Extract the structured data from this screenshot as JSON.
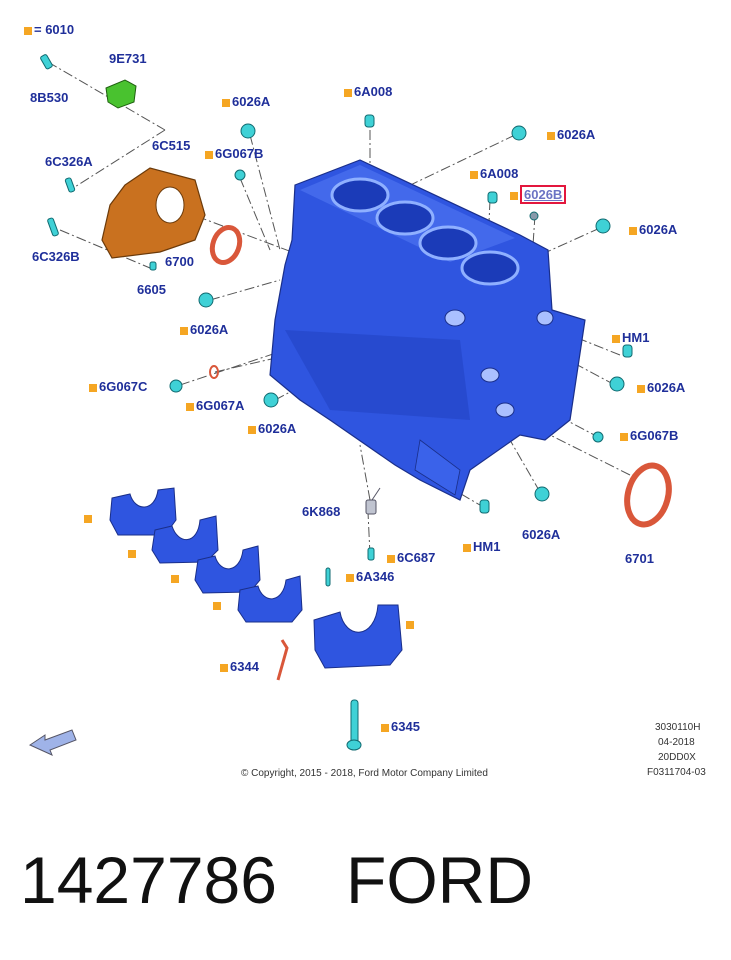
{
  "legend": {
    "label": "= 6010"
  },
  "callouts": {
    "c9E731": "9E731",
    "c8B530": "8B530",
    "c6026A_1": "6026A",
    "c6A008_1": "6A008",
    "c6026A_2": "6026A",
    "c6C515": "6C515",
    "c6C326A": "6C326A",
    "c6G067B_1": "6G067B",
    "c6A008_2": "6A008",
    "c6026B": "6026B",
    "c6026A_3": "6026A",
    "c6C326B": "6C326B",
    "c6700": "6700",
    "c6605": "6605",
    "c6026A_4": "6026A",
    "cHM1_1": "HM1",
    "c6G067C": "6G067C",
    "c6G067A": "6G067A",
    "c6026A_5": "6026A",
    "c6026A_6": "6026A",
    "c6G067B_2": "6G067B",
    "c6K868": "6K868",
    "cHM1_2": "HM1",
    "c6026A_7": "6026A",
    "c6701": "6701",
    "c6C687": "6C687",
    "c6A346": "6A346",
    "c6344": "6344",
    "c6345": "6345"
  },
  "meta": {
    "line1": "3030110H",
    "line2": "04-2018",
    "line3": "20DD0X",
    "line4": "F0311704-03"
  },
  "copyright": "© Copyright, 2015 - 2018, Ford Motor Company Limited",
  "footer": {
    "part_number": "1427786",
    "brand": "FORD"
  },
  "colors": {
    "block": "#2f55e0",
    "cover": "#c9711f",
    "seal": "#d9573a",
    "fastener": "#3fd1d6",
    "label": "#1f2f9a",
    "marker": "#f5a623",
    "highlight": "#e3173d"
  }
}
